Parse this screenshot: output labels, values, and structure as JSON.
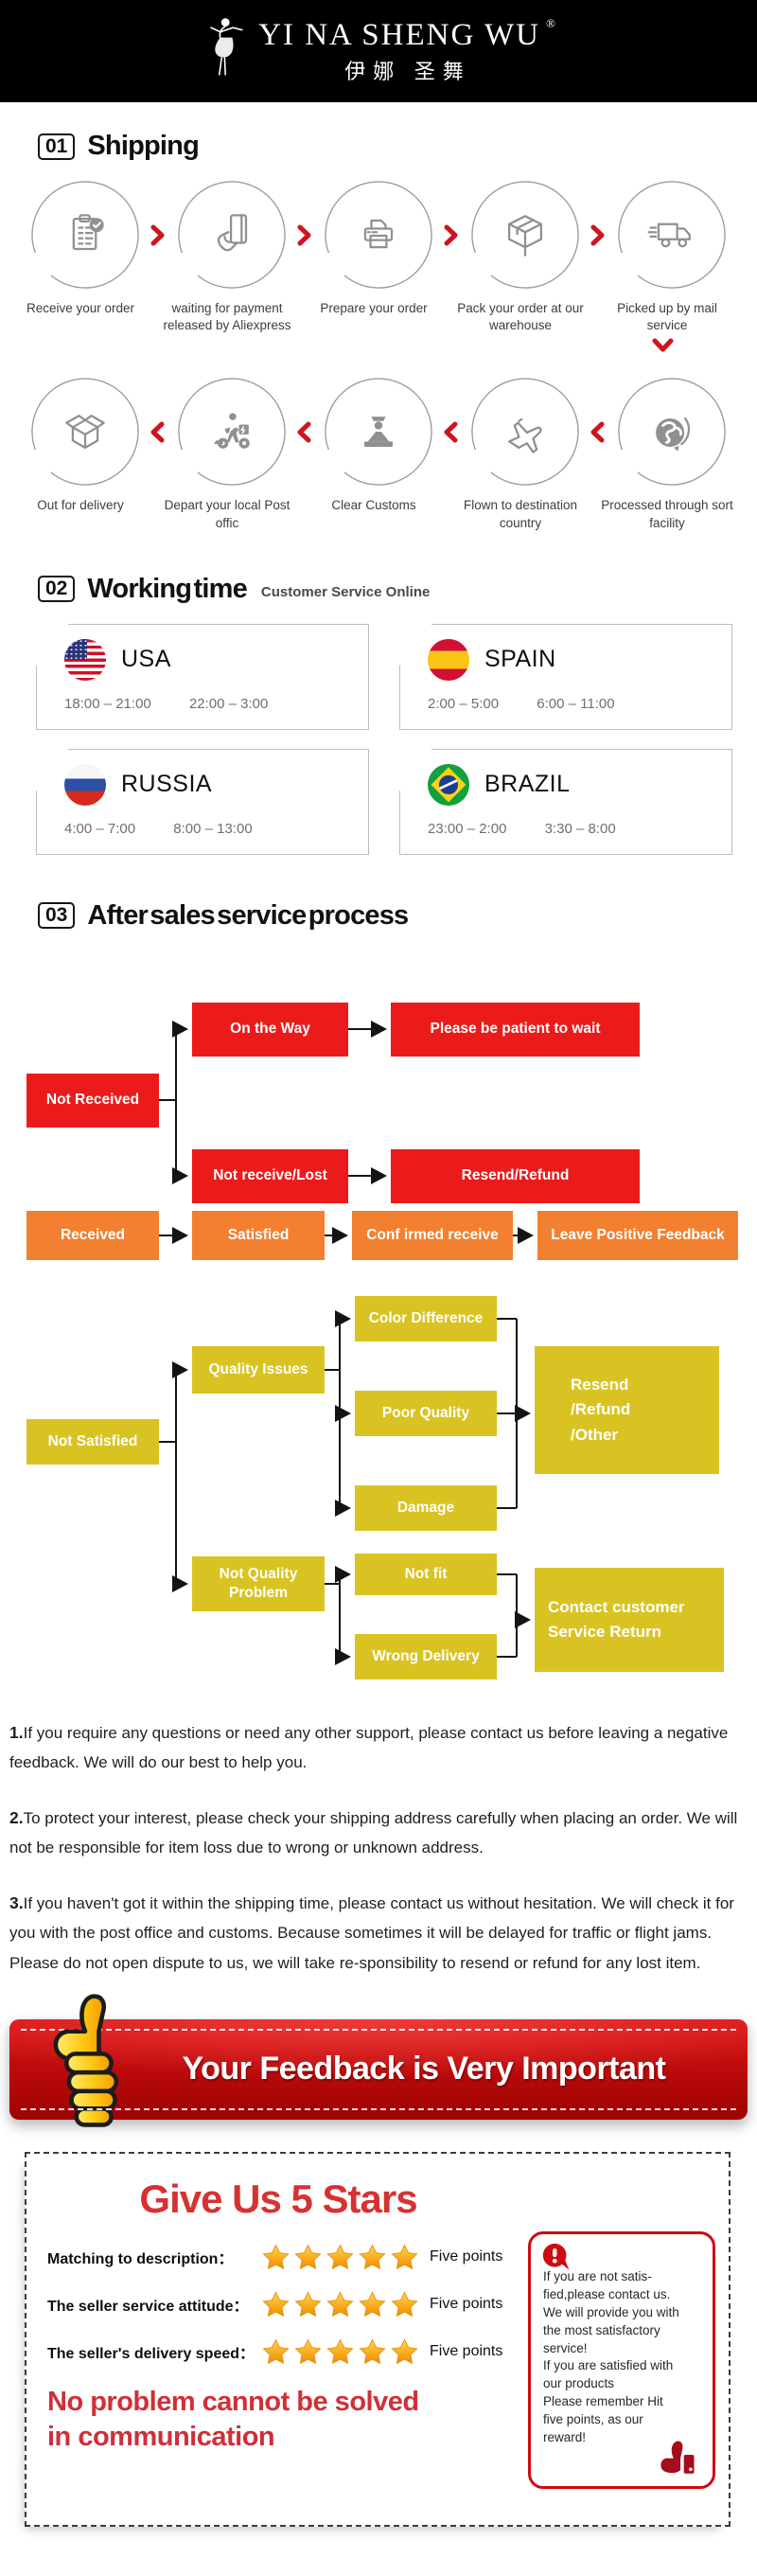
{
  "header": {
    "brand": "YI NA SHENG WU",
    "reg": "®",
    "brand_cn": "伊娜 圣舞"
  },
  "sections": {
    "s1": {
      "num": "01",
      "title": "Shipping"
    },
    "s2": {
      "num": "02",
      "title": "Working time",
      "subtitle": "Customer Service Online"
    },
    "s3": {
      "num": "03",
      "title": "After sales service process"
    }
  },
  "shipping": {
    "row1": [
      {
        "icon": "clipboard-check",
        "label": "Receive your order"
      },
      {
        "icon": "card-payment",
        "label": "waiting for payment released by Aliexpress"
      },
      {
        "icon": "printer",
        "label": "Prepare your order"
      },
      {
        "icon": "package-box",
        "label": "Pack your order at our warehouse"
      },
      {
        "icon": "delivery-truck",
        "label": "Picked up by mail service"
      }
    ],
    "row2": [
      {
        "icon": "open-box",
        "label": "Out for delivery"
      },
      {
        "icon": "courier-scooter",
        "label": "Depart your local Post offic"
      },
      {
        "icon": "customs-officer",
        "label": "Clear Customs"
      },
      {
        "icon": "airplane",
        "label": "Flown to destination country"
      },
      {
        "icon": "globe-sort",
        "label": "Processed through sort facility"
      }
    ]
  },
  "working_time": {
    "cards": [
      {
        "country": "USA",
        "flag": "usa",
        "hours1": "18:00 – 21:00",
        "hours2": "22:00 – 3:00"
      },
      {
        "country": "SPAIN",
        "flag": "spain",
        "hours1": "2:00 – 5:00",
        "hours2": "6:00 – 11:00"
      },
      {
        "country": "RUSSIA",
        "flag": "russia",
        "hours1": "4:00 – 7:00",
        "hours2": "8:00 – 13:00"
      },
      {
        "country": "BRAZIL",
        "flag": "brazil",
        "hours1": "23:00 – 2:00",
        "hours2": "3:30 – 8:00"
      }
    ]
  },
  "flow": {
    "not_received": "Not Received",
    "on_the_way": "On the Way",
    "patient": "Please be patient to wait",
    "not_receive_lost": "Not receive/Lost",
    "resend_refund": "Resend/Refund",
    "received": "Received",
    "satisfied": "Satisfied",
    "confirmed": "Conf irmed receive",
    "leave_feedback": "Leave Positive Feedback",
    "not_satisfied": "Not Satisfied",
    "quality_issues": "Quality Issues",
    "color_difference": "Color Difference",
    "poor_quality": "Poor Quality",
    "damage": "Damage",
    "resend_other": "Resend\n/Refund\n/Other",
    "not_quality_problem": "Not Quality\nProblem",
    "not_fit": "Not fit",
    "wrong_delivery": "Wrong Delivery",
    "contact_customer": "Contact customer\nService Return"
  },
  "paragraphs": [
    {
      "num": "1.",
      "text": "If you require any questions or need any other support, please contact us before leaving a negative feedback. We will do our best to help you."
    },
    {
      "num": "2.",
      "text": "To protect your interest, please check your shipping address carefully when placing an order. We will not be responsible for item loss due to wrong or unknown address."
    },
    {
      "num": "3.",
      "text": "If you haven't got it within the shipping time, please contact us without hesitation. We will check it for you with the post office and customs. Because sometimes it will be delayed for traffic or flight jams. Please do not open dispute to us, we will take re-sponsibility to resend or refund for any lost item."
    }
  ],
  "banner": {
    "text": "Your Feedback is Very Important"
  },
  "stars": {
    "title": "Give Us 5 Stars",
    "rows": [
      {
        "label": "Matching to description：",
        "points": "Five points"
      },
      {
        "label": "The seller service attitude：",
        "points": "Five points"
      },
      {
        "label": "The seller's delivery speed：",
        "points": "Five points"
      }
    ],
    "slogan": "No problem cannot be solved\n in communication",
    "tip": "If you are not satis-\nfied,please contact us.\nWe will provide you with\nthe most satisfactory\nservice!\nIf you are satisfied with\nour products\nPlease remember Hit\nfive points, as our\nreward!"
  },
  "colors": {
    "flow_red": "#ec1b1b",
    "flow_orange": "#f28030",
    "flow_yellow": "#d9c322",
    "banner_red": "#c70b0b",
    "accent_red": "#d63232",
    "chevron_red": "#cf1420"
  }
}
